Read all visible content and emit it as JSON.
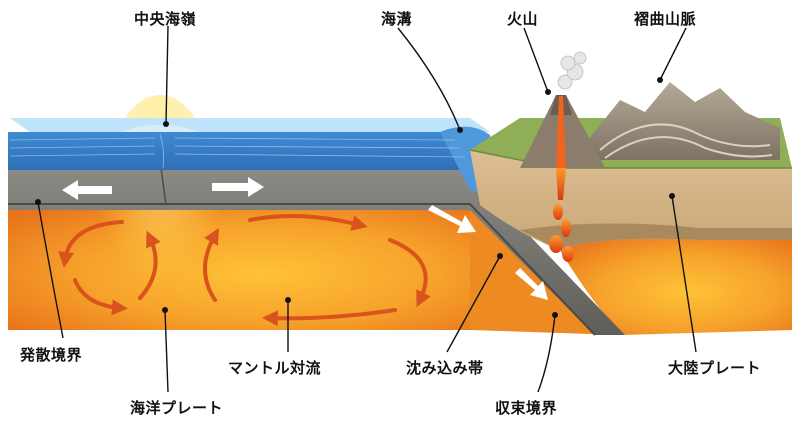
{
  "labels": {
    "mid_ocean_ridge": "中央海嶺",
    "trench": "海溝",
    "volcano": "火山",
    "fold_mountains": "褶曲山脈",
    "divergent_boundary": "発散境界",
    "mantle_convection": "マントル対流",
    "subduction_zone": "沈み込み帯",
    "continental_plate": "大陸プレート",
    "oceanic_plate": "海洋プレート",
    "convergent_boundary": "収束境界"
  },
  "colors": {
    "ocean": "#4a9be0",
    "ocean_light": "#8cc8f2",
    "oceanic_crust": "#7a7a76",
    "mantle": "#f08a1e",
    "mantle_glow": "#ffcf3a",
    "continental_crust": "#d8b98a",
    "continental_top": "#8fae55",
    "mountain": "#9a8c7a",
    "magma": "#e8501a",
    "arrow_white": "#ffffff",
    "arrow_convection": "#d9541c",
    "leader_line": "#111111"
  }
}
